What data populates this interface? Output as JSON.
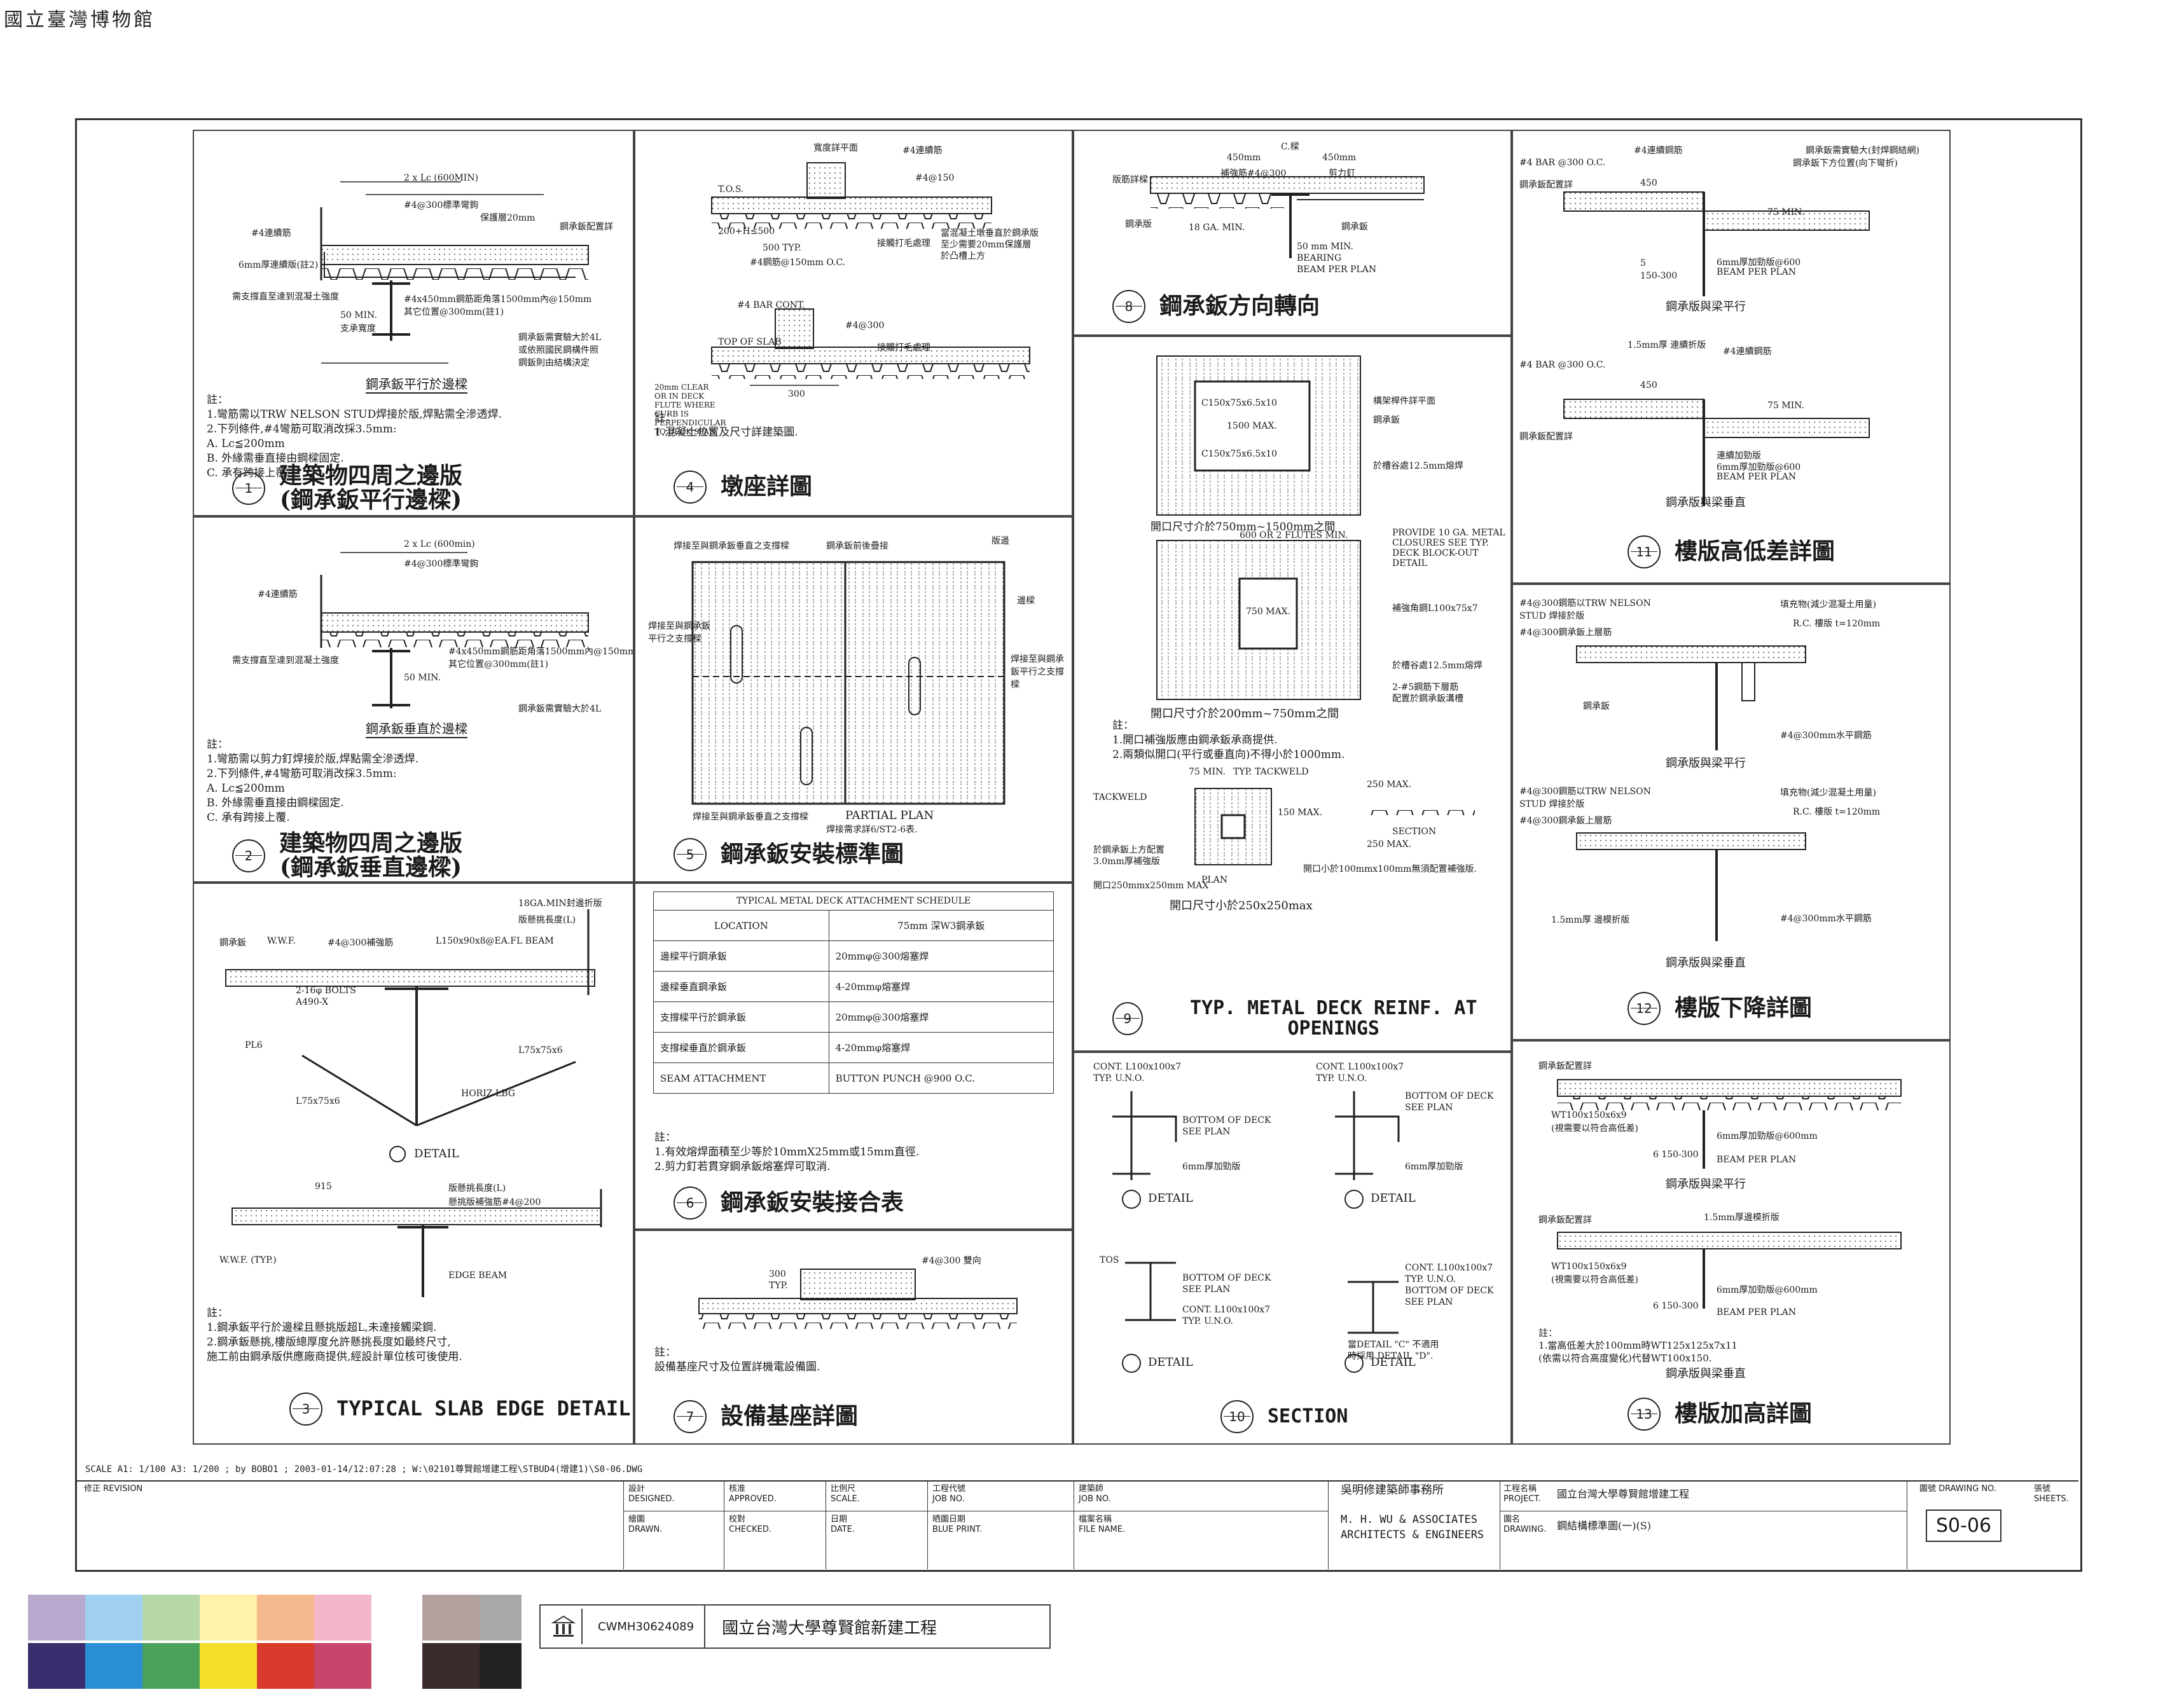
{
  "watermark": "國立臺灣博物館",
  "svg_defs": {
    "note": ""
  },
  "panels": [
    {
      "num": "1",
      "title": "建築物四周之邊版\n(鋼承鈑平行邊樑)",
      "subtitle": "鋼承鈑平行於邊樑",
      "labels": [
        "2 x Lc (600MIN)",
        "#4@300標準彎鉤",
        "#4連續筋",
        "保護層20mm",
        "鋼承鈑配置詳",
        "6mm厚連續版(註2)",
        "#4x450mm鋼筋距角落1500mm內@150mm",
        "其它位置@300mm(註1)",
        "50 MIN.",
        "支承寬度",
        "需支撐直至達到混凝土強度",
        "鋼承鈑需實驗大於4L",
        "或依照國民鋼構件照",
        "鋼鈑則由結構決定"
      ],
      "notes": "註：\n1.彎筋需以TRW NELSON STUD焊接於版,焊點需全滲透焊.\n2.下列條件,#4彎筋可取消改採3.5mm:\n   A. Lc≦200mm\n   B. 外緣需垂直接由鋼樑固定.\n   C. 承有跨接上覆."
    },
    {
      "num": "4",
      "title": "墩座詳圖",
      "labels": [
        "寬度詳平面",
        "#4連續筋",
        "#4@150",
        "T.O.S.",
        "200+H≤500",
        "當混凝土墩垂直於鋼承版",
        "至少需要20mm保護層",
        "於凸槽上方",
        "500 TYP.",
        "#4鋼筋@150mm O.C.",
        "接觸打毛處理",
        "#4 BAR CONT.",
        "#4@300",
        "TOP OF SLAB",
        "300",
        "20mm CLEAR OR IN DECK FLUTE WHERE CURB IS PERPENDICULAR TO DECK SPAN."
      ],
      "notes": "註：\n1.混凝土位置及尺寸詳建築圖."
    },
    {
      "num": "2",
      "title": "建築物四周之邊版\n(鋼承鈑垂直邊樑)",
      "subtitle": "鋼承鈑垂直於邊樑",
      "labels": [
        "2 x Lc (600min)",
        "#4@300標準彎鉤",
        "#4連續筋",
        "#4x450mm鋼筋距角落1500mm內@150mm",
        "其它位置@300mm(註1)",
        "50 MIN.",
        "需支撐直至達到混凝土強度",
        "鋼承鈑需實驗大於4L"
      ],
      "notes": "註：\n1.彎筋需以剪力釘焊接於版,焊點需全滲透焊.\n2.下列條件,#4彎筋可取消改採3.5mm:\n   A. Lc≦200mm\n   B. 外緣需垂直接由鋼樑固定.\n   C. 承有跨接上覆."
    },
    {
      "num": "5",
      "title": "鋼承鈑安裝標準圖",
      "labels": [
        "焊接至與鋼承鈑垂直之支撐樑",
        "鋼承鈑前後疊接",
        "版邊",
        "邊樑",
        "焊接至與鋼承鈑平行之支撐樑",
        "焊接至與鋼承鈑平行之支撐樑",
        "焊接至與鋼承鈑垂直之支撐樑",
        "PARTIAL PLAN",
        "焊接需求詳6/ST2-6表."
      ],
      "notes": ""
    },
    {
      "num": "3",
      "title": "TYPICAL SLAB EDGE DETAIL",
      "labels": [
        "18GA.MIN封邊折版",
        "版懸挑長度(L)",
        "鋼承鈑",
        "W.W.F.",
        "#4@300補強筋",
        "L150x90x8@EA.FL BEAM",
        "2-16φ BOLTS",
        "A490-X",
        "PL6",
        "L75x75x6",
        "L75x75x6",
        "HORIZ LBG",
        "DETAIL",
        "915",
        "版懸挑長度(L)",
        "懸挑版補強筋#4@200",
        "W.W.F. (TYP.)",
        "EDGE BEAM"
      ],
      "notes": "註：\n1.鋼承鈑平行於邊樑且懸挑版超L,未達接觸梁鋼.\n2.鋼承鈑懸挑,樓版總厚度允許懸挑長度如最終尺寸,\n   施工前由鋼承版供應廠商提供,經設計單位核可後使用."
    },
    {
      "num": "6",
      "title": "鋼承鈑安裝接合表",
      "labels": [],
      "notes": "註：\n1.有效熔焊面積至少等於10mmX25mm或15mm直徑.\n2.剪力釘若貫穿鋼承鈑熔塞焊可取消."
    },
    {
      "num": "7",
      "title": "設備基座詳圖",
      "labels": [
        "#4@300 雙向",
        "300",
        "TYP."
      ],
      "notes": "註：\n   設備基座尺寸及位置詳機電設備圖."
    },
    {
      "num": "8",
      "title": "鋼承鈑方向轉向",
      "labels": [
        "C.樑",
        "450mm",
        "450mm",
        "剪力釘",
        "補強筋#4@300",
        "版筋詳樑",
        "鋼承版",
        "18 GA. MIN.",
        "鋼承鈑",
        "50 mm MIN.",
        "BEARING",
        "BEAM PER PLAN"
      ],
      "notes": ""
    },
    {
      "num": "9",
      "title": "TYP. METAL DECK REINF. AT OPENINGS",
      "labels": [
        "C150x75x6.5x10",
        "C150x75x6.5x10",
        "1500 MAX.",
        "構架桿件詳平面",
        "鋼承鈑",
        "於槽谷處12.5mm熔焊",
        "開口尺寸介於750mm~1500mm之間",
        "600 OR 2 FLUTES MIN.",
        "PROVIDE 10 GA. METAL CLOSURES SEE TYP. DECK BLOCK-OUT DETAIL",
        "750 MAX.",
        "補強角鋼L100x75x7",
        "於槽谷處12.5mm熔焊",
        "2-#5鋼筋下層筋",
        "配置於鋼承鈑溝槽",
        "開口尺寸介於200mm~750mm之間",
        "TACKWELD",
        "75 MIN.",
        "TYP. TACKWELD",
        "250 MAX.",
        "150 MAX.",
        "於鋼承鈑上方配置",
        "3.0mm厚補強版",
        "開口250mmx250mm MAX",
        "PLAN",
        "開口尺寸小於250x250max",
        "250 MAX.",
        "SECTION",
        "開口小於100mmx100mm無須配置補強版."
      ],
      "notes": "註：\n1.開口補強版應由鋼承鈑承商提供.\n2.兩類似開口(平行或垂直向)不得小於1000mm."
    },
    {
      "num": "10",
      "title": "SECTION",
      "labels": [
        "CONT. L100x100x7",
        "TYP. U.N.O.",
        "BOTTOM OF DECK",
        "SEE PLAN",
        "6mm厚加勁版",
        "DETAIL",
        "CONT. L100x100x7",
        "TYP. U.N.O.",
        "BOTTOM OF DECK",
        "SEE PLAN",
        "6mm厚加勁版",
        "DETAIL",
        "TOS",
        "BOTTOM OF DECK",
        "SEE PLAN",
        "CONT. L100x100x7",
        "TYP. U.N.O.",
        "DETAIL",
        "CONT. L100x100x7",
        "TYP. U.N.O.",
        "BOTTOM OF DECK",
        "SEE PLAN",
        "當DETAIL \"C\" 不適用",
        "時採用 DETAIL \"D\".",
        "DETAIL"
      ],
      "notes": ""
    },
    {
      "num": "11",
      "title": "樓版高低差詳圖",
      "labels": [
        "#4 BAR @300 O.C.",
        "#4連續鋼筋",
        "鋼承鈑需實驗大(封焊鋼結網)",
        "鋼承鈑配置詳",
        "450",
        "75 MIN.",
        "鋼承鈑下方位置(向下彎折)",
        "5",
        "150-300",
        "6mm厚加勁版@600",
        "BEAM PER PLAN",
        "鋼承版與梁平行",
        "1.5mm厚 連續折版",
        "#4 BAR @300 O.C.",
        "#4連續鋼筋",
        "鋼承鈑配置詳",
        "450",
        "75 MIN.",
        "連續加勁版",
        "6mm厚加勁版@600",
        "BEAM PER PLAN",
        "鋼承版與梁垂直"
      ],
      "notes": ""
    },
    {
      "num": "12",
      "title": "樓版下降詳圖",
      "labels": [
        "#4@300鋼筋以TRW NELSON STUD 焊接於版",
        "#4@300鋼承鈑上層筋",
        "填充物(減少混凝土用量)",
        "R.C. 樓版 t=120mm",
        "鋼承鈑",
        "#4@300mm水平鋼筋",
        "鋼承版與梁平行",
        "#4@300鋼筋以TRW NELSON STUD 焊接於版",
        "#4@300鋼承鈑上層筋",
        "填充物(減少混凝土用量)",
        "R.C. 樓版 t=120mm",
        "1.5mm厚 邊模折版",
        "#4@300mm水平鋼筋",
        "鋼承版與梁垂直"
      ],
      "notes": ""
    },
    {
      "num": "13",
      "title": "樓版加高詳圖",
      "labels": [
        "鋼承鈑配置詳",
        "WT100x150x6x9",
        "(視需要以符合高低差)",
        "6mm厚加勁版@600mm",
        "6 150-300",
        "BEAM PER PLAN",
        "鋼承版與梁平行",
        "1.5mm厚邊模折版",
        "鋼承鈑配置詳",
        "WT100x150x6x9",
        "(視需要以符合高低差)",
        "6mm厚加勁版@600mm",
        "6 150-300",
        "BEAM PER PLAN",
        "鋼承版與梁垂直"
      ],
      "notes": "註：\n1.當高低差大於100mm時WT125x125x7x11\n   (依需以符合高度變化)代替WT100x150."
    }
  ],
  "schedule": {
    "caption": "TYPICAL METAL DECK ATTACHMENT SCHEDULE",
    "headers": [
      "LOCATION",
      "75mm 深W3鋼承鈑"
    ],
    "rows": [
      [
        "邊樑平行鋼承鈑",
        "20mmφ@300熔塞焊"
      ],
      [
        "邊樑垂直鋼承鈑",
        "4-20mmφ熔塞焊"
      ],
      [
        "支撐樑平行於鋼承鈑",
        "20mmφ@300熔塞焊"
      ],
      [
        "支撐樑垂直於鋼承鈑",
        "4-20mmφ熔塞焊"
      ],
      [
        "SEAM ATTACHMENT",
        "BUTTON PUNCH @900 O.C."
      ]
    ]
  },
  "titleblock": {
    "scale_line": "SCALE  A1: 1/100  A3: 1/200        ; by BOBO1        ; 2003-01-14/12:07:28        ; W:\\02101尊賢館增建工程\\STBUD4(增建1)\\S0-06.DWG",
    "revision": "修正  REVISION",
    "cells": [
      "設計\nDESIGNED.",
      "核准\nAPPROVED.",
      "比例尺\nSCALE.",
      "工程代號\nJOB NO.",
      "繪圖\nDRAWN.",
      "校對\nCHECKED.",
      "日期\nDATE.",
      "晒圖日期\nBLUE PRINT.",
      "建築師\nJOB NO.",
      "檔案名稱\nFILE NAME."
    ],
    "firm_cn": "吳明修建築師事務所",
    "firm_en1": "M. H. WU & ASSOCIATES",
    "firm_en2": "ARCHITECTS & ENGINEERS",
    "project_label": "工程名稱\nPROJECT.",
    "project": "國立台灣大學尊賢館增建工程",
    "drawing_label": "圖名\nDRAWING.",
    "drawing": "鋼結構標準圖(一)(S)",
    "drawing_no_label": "圖號  DRAWING NO.",
    "sheets_label": "張號  SHEETS.",
    "sheet_no": "S0-06"
  },
  "catalog": {
    "id": "CWMH30624089",
    "name": "國立台灣大學尊賢館新建工程"
  },
  "colors": {
    "swatches_top": [
      "#b9a9cf",
      "#9fd0f0",
      "#b6d7a8",
      "#fff2a8",
      "#f6b88f",
      "#f2b7c9",
      "#ffffff",
      "#b2a19c",
      "#a8a8a8"
    ],
    "swatches_bottom": [
      "#3a2e6e",
      "#2b8fd6",
      "#4aa35a",
      "#f4e02a",
      "#d83a2b",
      "#c8456b",
      "#ffffff",
      "#3b2c2b",
      "#222222"
    ]
  }
}
